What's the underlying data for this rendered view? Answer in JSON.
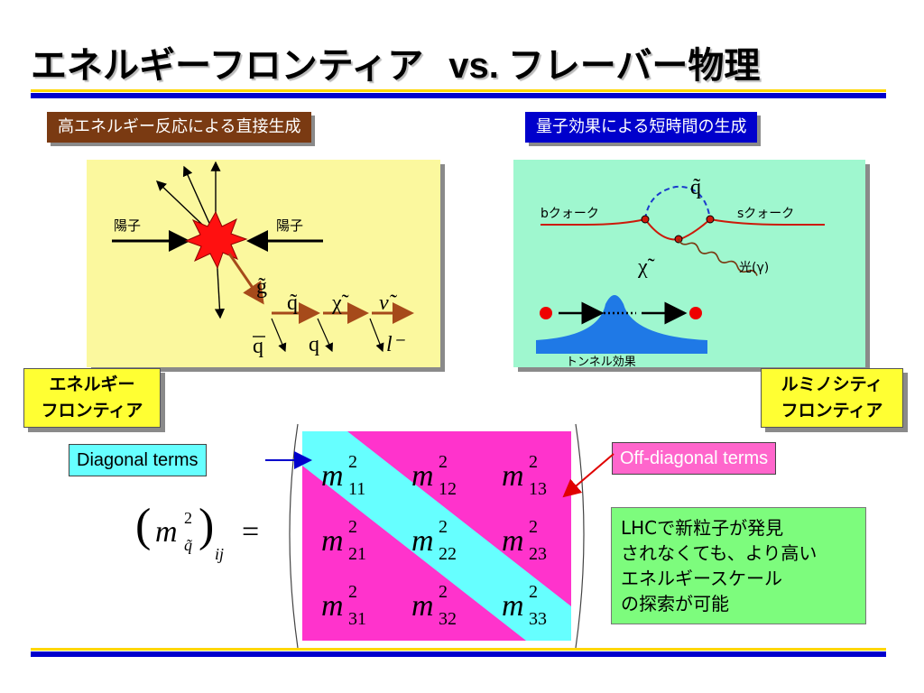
{
  "title": {
    "main": "エネルギーフロンティア",
    "vs": "vs.",
    "right": "フレーバー物理"
  },
  "left_panel": {
    "label": "高エネルギー反応による直接生成",
    "proton_left": "陽子",
    "proton_right": "陽子",
    "gluino": "g̃",
    "squark": "q̃",
    "neutralino": "χ̃",
    "sneutrino": "ν̃",
    "antiquark": "q",
    "quark": "q",
    "lepton": "l⁻",
    "colors": {
      "panel": "#fbf89e",
      "label_bg": "#7a3a12",
      "cascade": "#a64a1a",
      "burst": "#ff1010"
    }
  },
  "right_panel": {
    "label": "量子効果による短時間の生成",
    "squark_loop": "q̃",
    "b_quark": "bクォーク",
    "s_quark": "sクォーク",
    "chi": "χ̃",
    "photon": "光(γ)",
    "tunnel": "トンネル効果",
    "colors": {
      "panel": "#9ff7cf",
      "label_bg": "#0000cc",
      "line": "#cc1a0a",
      "loop": "#1a3acc",
      "bump": "#1f79e6"
    }
  },
  "tags": {
    "energy": [
      "エネルギー",
      "フロンティア"
    ],
    "luminosity": [
      "ルミノシティ",
      "フロンティア"
    ]
  },
  "callouts": {
    "diagonal": "Diagonal terms",
    "offdiagonal": "Off-diagonal terms"
  },
  "formula": {
    "lhs_base": "m",
    "lhs_sup": "2",
    "lhs_sub": "q̃",
    "lhs_idx": "ij",
    "equals": "="
  },
  "matrix": {
    "entries": [
      [
        "11",
        "12",
        "13"
      ],
      [
        "21",
        "22",
        "23"
      ],
      [
        "31",
        "32",
        "33"
      ]
    ],
    "base": "m",
    "sup": "2",
    "colors": {
      "offdiag": "#ff33cc",
      "diag": "#66ffff"
    }
  },
  "note": [
    "LHCで新粒子が発見",
    "されなくても、より高い",
    "エネルギースケール",
    "の探索が可能"
  ]
}
